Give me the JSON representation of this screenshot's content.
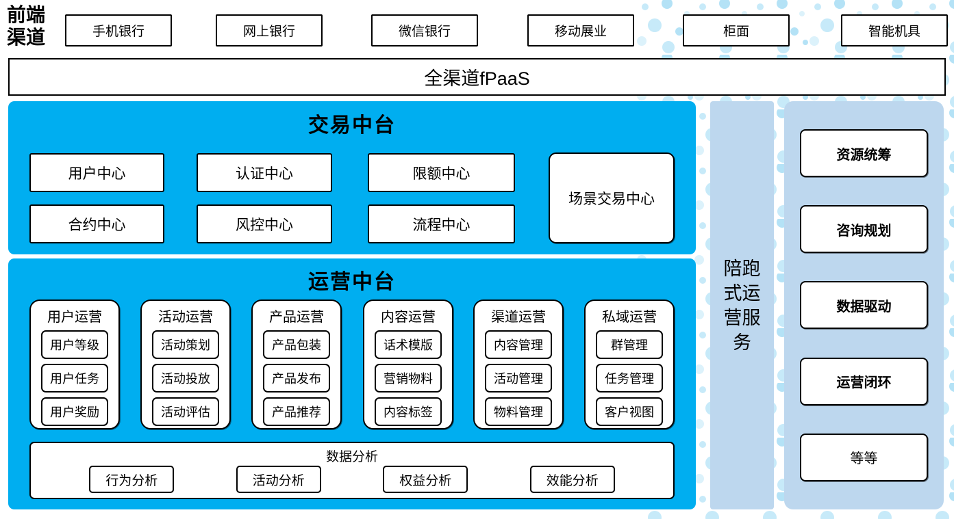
{
  "front_channels": {
    "label": "前端渠道",
    "items": [
      "手机银行",
      "网上银行",
      "微信银行",
      "移动展业",
      "柜面",
      "智能机具"
    ]
  },
  "fpaas": {
    "label": "全渠道fPaaS"
  },
  "trade_platform": {
    "title": "交易中台",
    "row1": [
      "用户中心",
      "认证中心",
      "限额中心"
    ],
    "row2": [
      "合约中心",
      "风控中心",
      "流程中心"
    ],
    "scene_center": "场景交易中心"
  },
  "operation_platform": {
    "title": "运营中台",
    "columns": [
      {
        "header": "用户运营",
        "items": [
          "用户等级",
          "用户任务",
          "用户奖励"
        ]
      },
      {
        "header": "活动运营",
        "items": [
          "活动策划",
          "活动投放",
          "活动评估"
        ]
      },
      {
        "header": "产品运营",
        "items": [
          "产品包装",
          "产品发布",
          "产品推荐"
        ]
      },
      {
        "header": "内容运营",
        "items": [
          "话术模版",
          "营销物料",
          "内容标签"
        ]
      },
      {
        "header": "渠道运营",
        "items": [
          "内容管理",
          "活动管理",
          "物料管理"
        ]
      },
      {
        "header": "私域运营",
        "items": [
          "群管理",
          "任务管理",
          "客户视图"
        ]
      }
    ],
    "analysis": {
      "header": "数据分析",
      "items": [
        "行为分析",
        "活动分析",
        "权益分析",
        "效能分析"
      ]
    }
  },
  "side_service": {
    "label": "陪跑式运营服务"
  },
  "right_panel": {
    "items": [
      "资源统筹",
      "咨询规划",
      "数据驱动",
      "运营闭环",
      "等等"
    ]
  },
  "colors": {
    "primary_blue": "#00AEF0",
    "light_blue": "#BDD7EE",
    "dot_blue_1": "#C7EAF9",
    "dot_blue_2": "#B4E2F6",
    "dot_blue_3": "#DCF2FB"
  }
}
